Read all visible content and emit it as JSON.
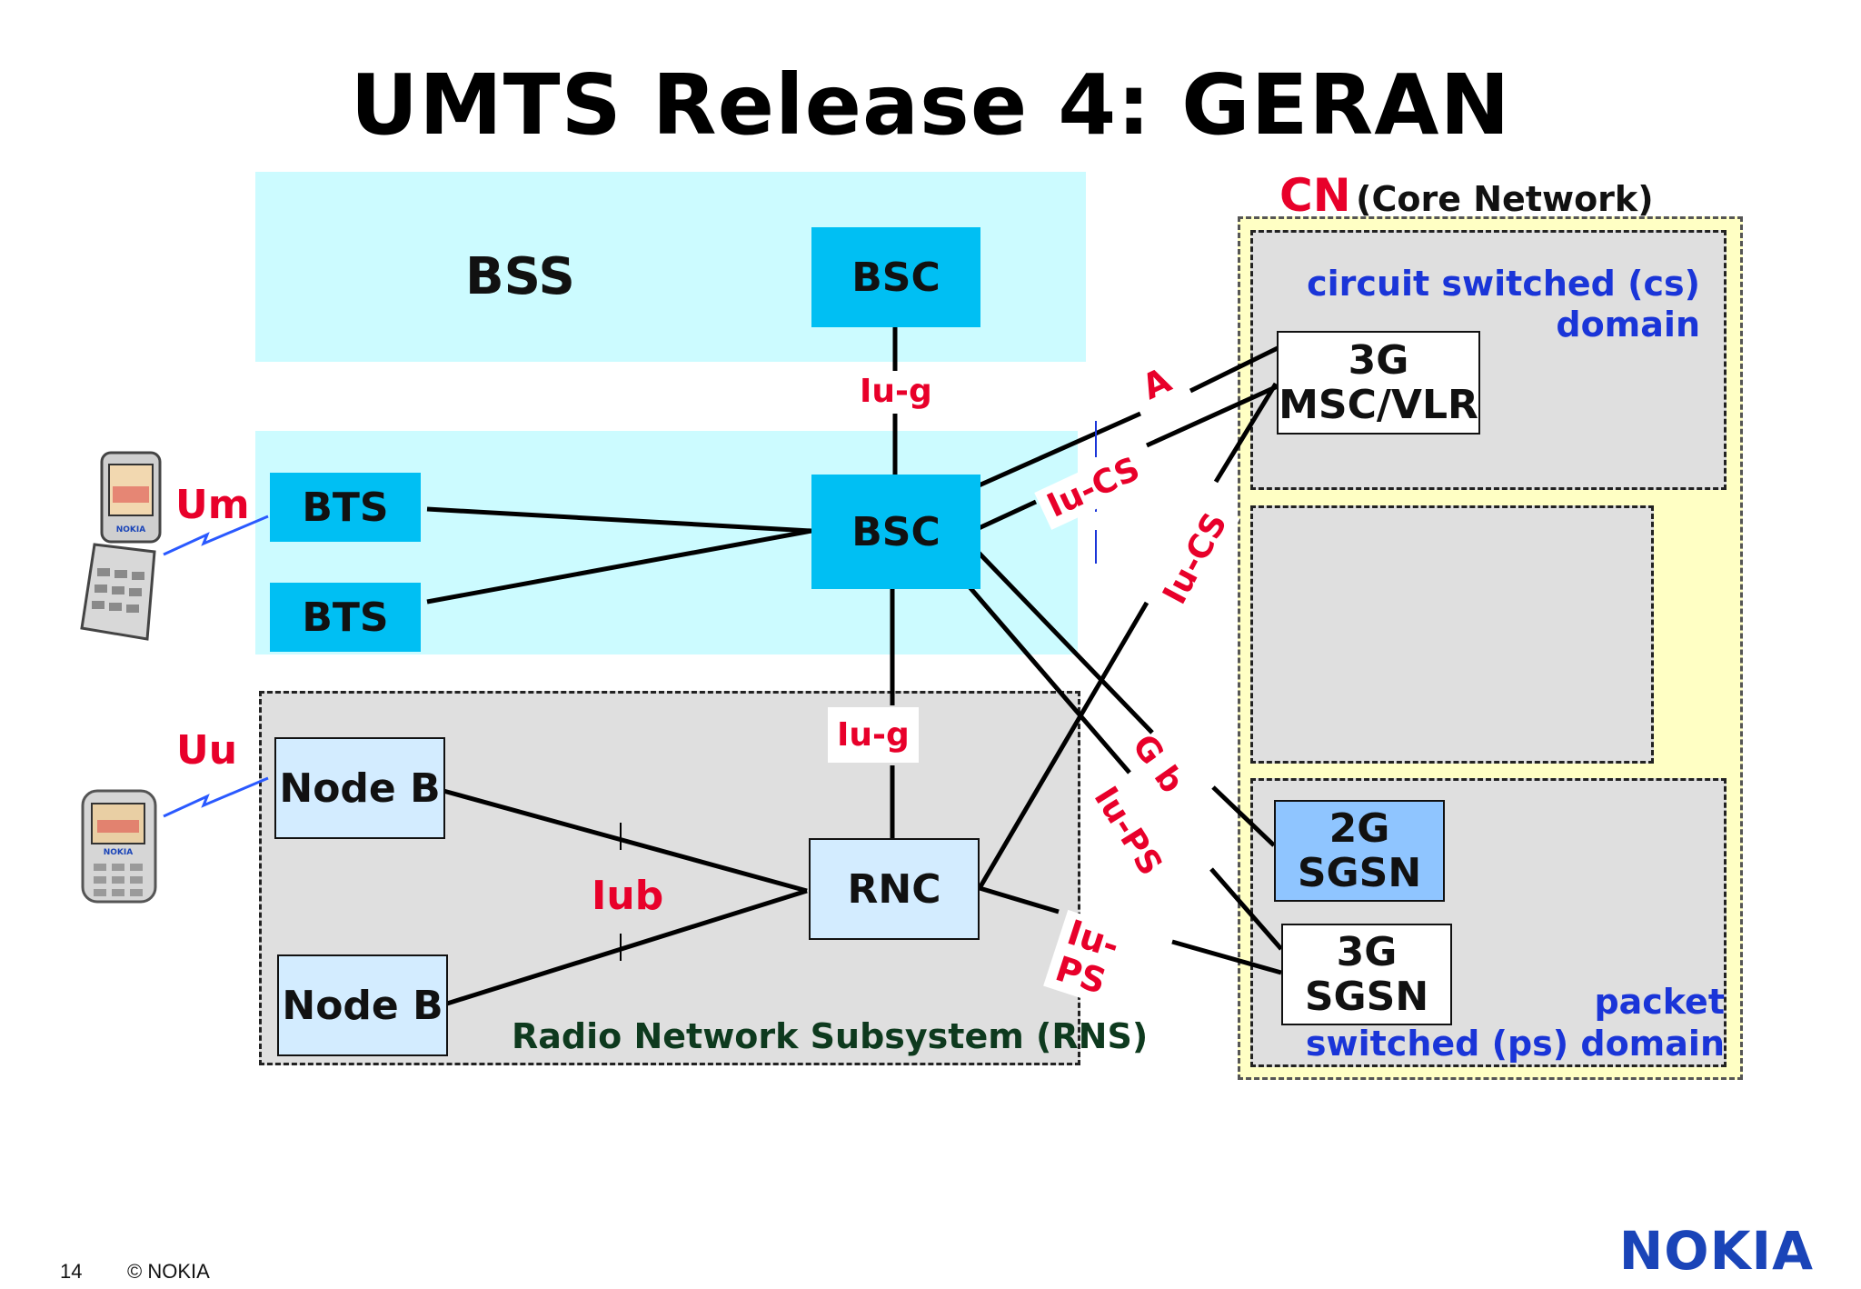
{
  "title": "UMTS Release 4: GERAN",
  "cn": {
    "label": "CN",
    "sub": "(Core Network)"
  },
  "bss_label": "BSS",
  "rns_label": "Radio Network Subsystem (RNS)",
  "cs_domain": {
    "line1": "circuit switched (cs)",
    "line2": "domain"
  },
  "ps_domain": {
    "line1": "packet",
    "line2": "switched (ps) domain"
  },
  "nodes": {
    "bsc_top": "BSC",
    "bsc_mid": "BSC",
    "bts1": "BTS",
    "bts2": "BTS",
    "nodeb1": "Node B",
    "nodeb2": "Node B",
    "rnc": "RNC",
    "msc_line1": "3G",
    "msc_line2": "MSC/VLR",
    "sgsn2g_line1": "2G",
    "sgsn2g_line2": "SGSN",
    "sgsn3g_line1": "3G",
    "sgsn3g_line2": "SGSN"
  },
  "interfaces": {
    "um": "Um",
    "uu": "Uu",
    "iug_top": "Iu-g",
    "iug_bottom": "Iu-g",
    "iub": "Iub",
    "a": "A",
    "iucs_left": "Iu-CS",
    "iucs_right": "Iu-CS",
    "gb": "G b",
    "iups_upper": "Iu-PS",
    "iups_lower_1": "Iu-",
    "iups_lower_2": "PS"
  },
  "phone_brand": "NOKIA",
  "footer": {
    "page": "14",
    "copyright": "© NOKIA",
    "logo": "NOKIA"
  },
  "colors": {
    "cyan_node": "#00bff3",
    "bss_region": "#ccfbff",
    "red": "#e8002a",
    "blue": "#1a35d8",
    "cn_region": "#ffffc4"
  }
}
